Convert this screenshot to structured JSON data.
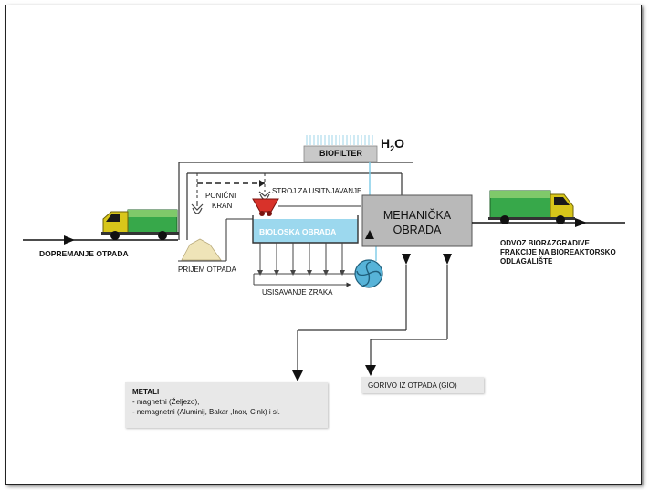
{
  "labels": {
    "h2o_main": "H",
    "h2o_sub": "2",
    "h2o_end": "O",
    "biofilter": "BIOFILTER",
    "ponicni_kran_1": "PONIČNI",
    "ponicni_kran_2": "KRAN",
    "stroj": "STROJ ZA USITNJAVANJE",
    "mehanicka_1": "MEHANIČKA",
    "mehanicka_2": "OBRADA",
    "bioloska": "BIOLOSKA OBRADA",
    "dopremanje": "DOPREMANJE OTPADA",
    "prijem": "PRIJEM OTPADA",
    "usisavanje": "USISAVANJE ZRAKA",
    "odvoz_1": "ODVOZ BIORAZGRADIVE",
    "odvoz_2": "FRAKCIJE NA BIOREAKTORSKO",
    "odvoz_3": "ODLAGALIŠTE",
    "metali_title": "METALI",
    "metali_line1": "- magnetni (Željezo),",
    "metali_line2": "- nemagnetni (Aluminij, Bakar ,Inox, Cink) i sl.",
    "gorivo": "GORIVO IZ OTPADA (GIO)"
  },
  "colors": {
    "truck_cab": "#d8c61a",
    "truck_cargo": "#37a84a",
    "truck_cargo_top": "#7fc96a",
    "pool_water": "#9cd8ee",
    "mech_box": "#b9b9b9",
    "biofilter_box": "#c8c8c8",
    "air_pipe": "#7ccbe6",
    "fan": "#57b3d8",
    "heap": "#efe4b8",
    "shredder": "#d8322a"
  }
}
